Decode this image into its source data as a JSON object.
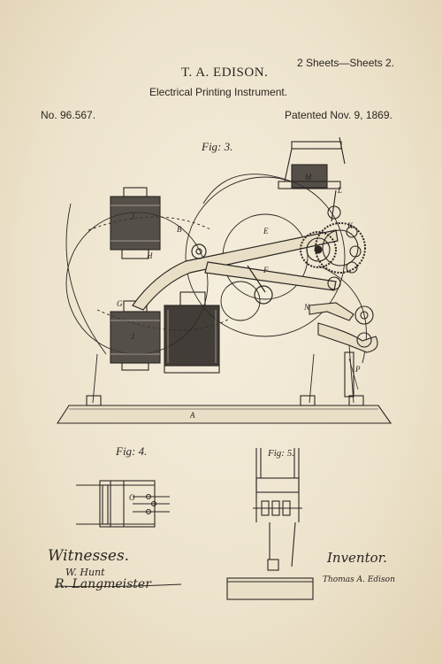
{
  "header": {
    "inventor": "T. A. EDISON.",
    "title": "Electrical Printing Instrument.",
    "sheets": "2 Sheets—Sheets 2.",
    "patent_number": "No. 96.567.",
    "patent_date": "Patented Nov. 9, 1869."
  },
  "figures": {
    "fig3": "Fig: 3.",
    "fig4": "Fig: 4.",
    "fig5": "Fig: 5."
  },
  "labels": {
    "a": "A",
    "b": "B",
    "e": "E",
    "f": "F",
    "g": "G",
    "h": "H",
    "j_top": "J",
    "j_bottom": "J",
    "m": "M",
    "l": "L",
    "k": "K",
    "n": "N",
    "p": "P",
    "o": "O"
  },
  "footer": {
    "witnesses": "Witnesses.",
    "witness_sig_1": "W. Hunt",
    "witness_sig_2": "R. Langmeister",
    "inventor_label": "Inventor.",
    "inventor_signature": "Thomas A. Edison"
  },
  "colors": {
    "paper": "#efe6d2",
    "ink": "#2a2622"
  }
}
